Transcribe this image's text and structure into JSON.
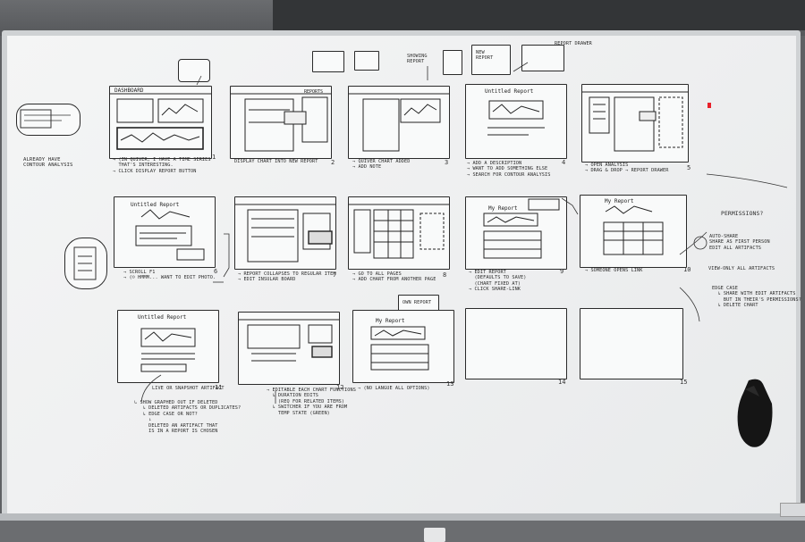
{
  "scene": {
    "description_free": true
  },
  "left_area": {
    "label": "ALREADY HAVE\nCONTOUR ANALYSIS"
  },
  "row1": {
    "panels": [
      {
        "num": "1",
        "title": "DASHBOARD",
        "note": "→ (IN QUIVER, I HAVE A TIME SERIES\n  THAT'S INTERESTING.\n→ CLICK DISPLAY REPORT BUTTON"
      },
      {
        "num": "2",
        "title": "REPORTS",
        "note": "DISPLAY CHART INTO NEW REPORT"
      },
      {
        "num": "3",
        "title": "",
        "note": "→ QUIVER CHART ADDED\n→ ADD NOTE"
      },
      {
        "num": "4",
        "title": "Untitled Report",
        "note": "→ ADD A DESCRIPTION\n→ WANT TO ADD SOMETHING ELSE\n→ SEARCH FOR CONTOUR ANALYSIS"
      },
      {
        "num": "5",
        "title": "",
        "note": "→ OPEN ANALYSIS\n→ DRAG & DROP → REPORT DRAWER"
      }
    ]
  },
  "row2": {
    "panels": [
      {
        "num": "6",
        "title": "Untitled Report",
        "note": "→ SCROLL F1\n→ (☺ HMMM... WANT TO EDIT PHOTO."
      },
      {
        "num": "7",
        "title": "",
        "note": "→ REPORT COLLAPSES TO REGULAR ITEM\n→ EDIT INSULAR BOARD"
      },
      {
        "num": "8",
        "title": "",
        "note": "→ GO TO ALL PAGES\n→ ADD CHART FROM ANOTHER PAGE"
      },
      {
        "num": "9",
        "title": "My Report",
        "note": "→ EDIT REPORT\n  (DEFAULTS TO SAVE)\n  (CHART FIXED AT)\n→ CLICK SHARE-LINK"
      },
      {
        "num": "10",
        "title": "My Report",
        "note": "→ SOMEONE OPENS LINK"
      }
    ]
  },
  "row3": {
    "panels": [
      {
        "num": "11",
        "title": "Untitled Report",
        "note": "LIVE OR SNAPSHOT ARTIFACT"
      },
      {
        "num": "12",
        "title": "",
        "note": "→ EDITABLE EACH CHART FUNCTIONS\n  ↳ DURATION EDITS\n    (REQ FOR RELATED ITEMS)\n  ↳ SWITCHER IF YOU ARE FROM\n    TEMP STATE (GREEN)"
      },
      {
        "num": "13",
        "title": "My Report",
        "note": "→ (NO LANGUE ALL OPTIONS)"
      },
      {
        "num": "14",
        "title": "",
        "note": ""
      },
      {
        "num": "15",
        "title": "",
        "note": ""
      }
    ]
  },
  "notes_11": "↳ SHOW GRAPHED OUT IF DELETED\n   ↳ DELETED ARTIFACTS OR DUPLICATES?\n   ↳ EDGE CASE OR NOT?\n     ↓\n     DELETED AN ARTIFACT THAT\n     IS IN A REPORT IS CHOSEN",
  "own_report_label": "OWN REPORT",
  "right_area": {
    "title": "PERMISSIONS?",
    "items": "AUTO-SHARE\nSHARE AS FIRST PERSON\nEDIT ALL ARTIFACTS",
    "view_only": "VIEW-ONLY ALL ARTIFACTS",
    "edge": "EDGE CASE\n  ↳ SHARE WITH EDIT ARTIFACTS\n    BUT IN THEIR'S PERMISSIONS?\n  ↳ DELETE CHART"
  },
  "top_sketch_labels": {
    "a": "REPORT DRAWER",
    "b": "NEW\nREPORT",
    "c": "SHOWING\nREPORT"
  },
  "colors": {
    "board": "#f1f2f2",
    "ink": "#222222",
    "sticky": "#e8202a"
  }
}
